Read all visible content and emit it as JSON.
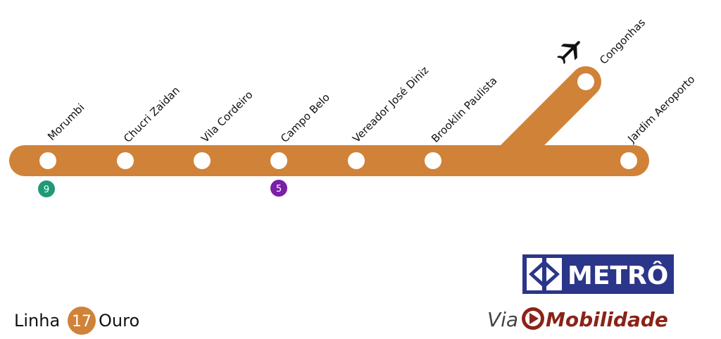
{
  "line": {
    "name_prefix": "Linha",
    "number": "17",
    "name_suffix": "Ouro",
    "color": "#d08238"
  },
  "stations": [
    {
      "name": "Morumbi",
      "transfer": "9",
      "transfer_color": "#1e9a77"
    },
    {
      "name": "Chucri Zaidan"
    },
    {
      "name": "Vila Cordeiro"
    },
    {
      "name": "Campo Belo",
      "transfer": "5",
      "transfer_color": "#7a1fa8"
    },
    {
      "name": "Vereador José Diniz"
    },
    {
      "name": "Brooklin Paulista"
    },
    {
      "name": "Congonhas",
      "icon": "airplane-icon"
    },
    {
      "name": "Jardim Aeroporto"
    }
  ],
  "logos": {
    "metro": {
      "text": "METRÔ",
      "color": "#2b3589"
    },
    "operator": {
      "prefix": "Via",
      "name": "Mobilidade",
      "color": "#8b2318"
    }
  }
}
